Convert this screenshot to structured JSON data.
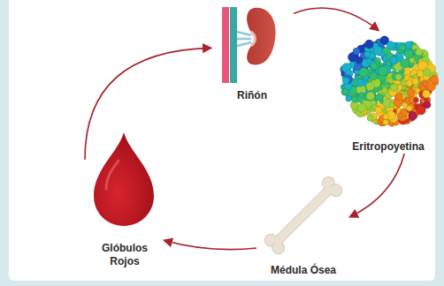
{
  "diagram": {
    "nodes": [
      {
        "text": [
          "Riñón"
        ]
      },
      {
        "text": [
          "Eritropoyetina"
        ]
      },
      {
        "text": [
          "Médula Ósea"
        ]
      },
      {
        "text": [
          "Glóbulos Rojos"
        ]
      }
    ],
    "edges": [
      {
        "from": 0,
        "to": 1,
        "arrow": "to"
      },
      {
        "from": 1,
        "to": 2,
        "arrow": "to"
      },
      {
        "from": 2,
        "to": 3,
        "arrow": "to"
      },
      {
        "from": 3,
        "to": 0,
        "arrow": "to"
      }
    ]
  }
}
